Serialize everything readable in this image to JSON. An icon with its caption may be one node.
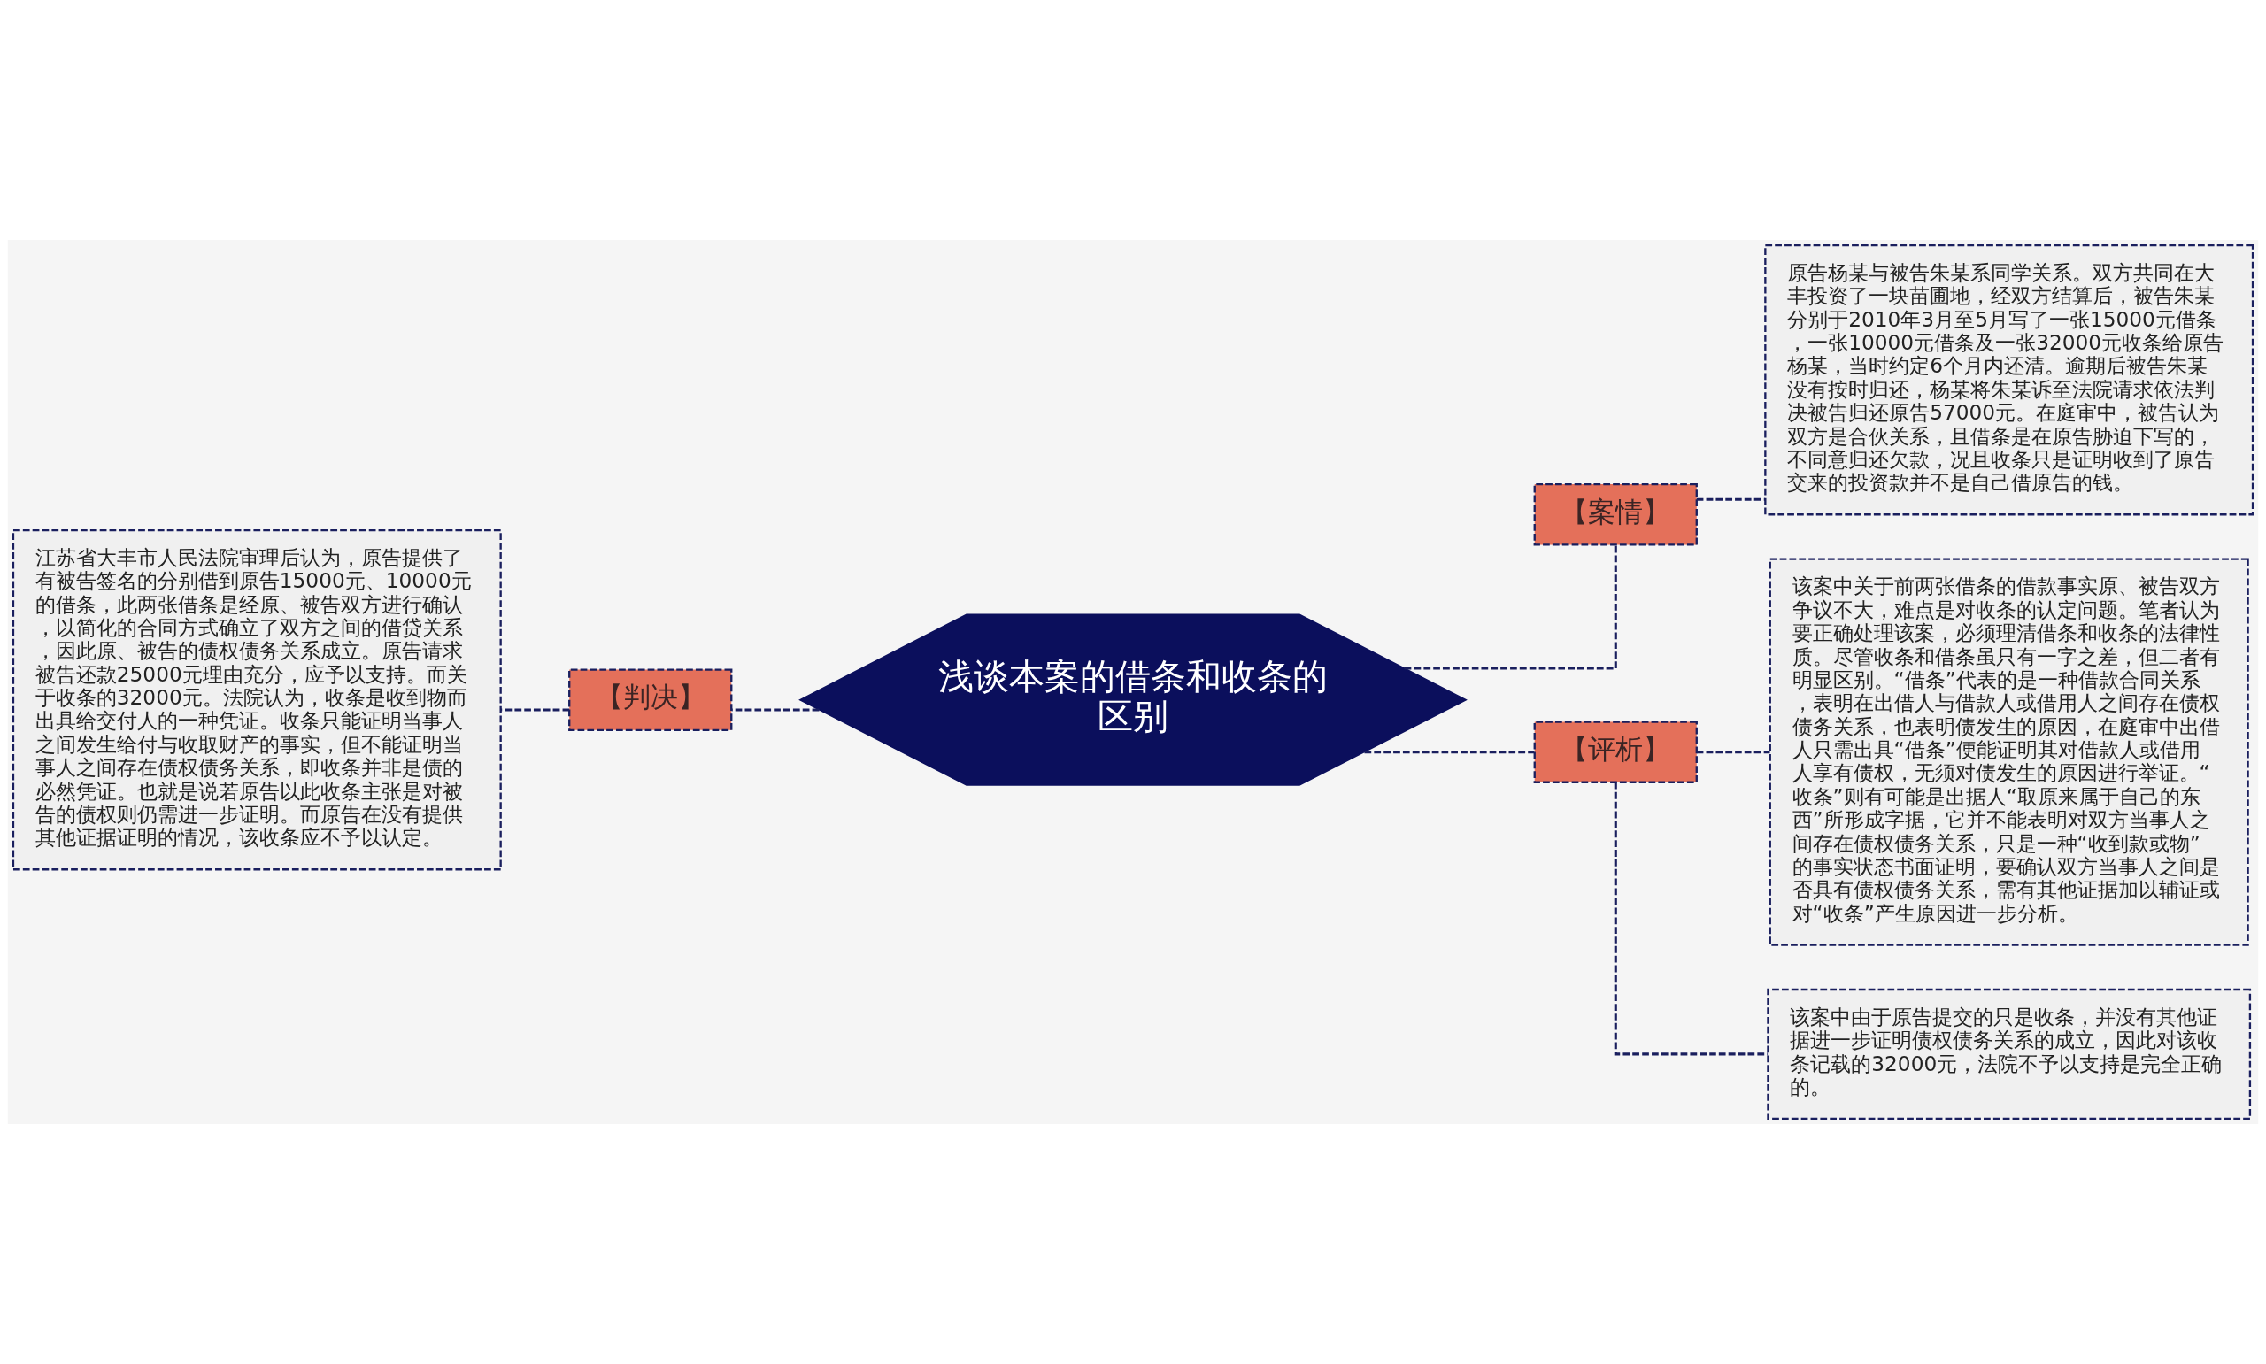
{
  "diagram": {
    "nodes": [
      {
        "text": [
          "浅谈本案的借条和收条的区别"
        ]
      },
      {
        "text": [
          "【判决】"
        ]
      },
      {
        "text": [
          "江苏省大丰市人民法院审理后认为，原告提供了有被告签名的分别借到原告15000元、10000元的借条，此两张借条是经原、被告双方进行确认，以简化的合同方式确立了双方之间的借贷关系，因此原、被告的债权债务关系成立。原告请求被告还款25000元理由充分，应予以支持。而关于收条的32000元。法院认为，收条是收到物而出具给交付人的一种凭证。收条只能证明当事人之间发生给付与收取财产的事实，但不能证明当事人之间存在债权债务关系，即收条并非是债的必然凭证。也就是说若原告以此收条主张是对被告的债权则仍需进一步证明。而原告在没有提供其他证据证明的情况，该收条应不予以认定。"
        ]
      },
      {
        "text": [
          "【案情】"
        ]
      },
      {
        "text": [
          "原告杨某与被告朱某系同学关系。双方共同在大丰投资了一块苗圃地，经双方结算后，被告朱某分别于2010年3月至5月写了一张15000元借条，一张10000元借条及一张32000元收条给原告杨某，当时约定6个月内还清。逾期后被告朱某没有按时归还，杨某将朱某诉至法院请求依法判决被告归还原告57000元。在庭审中，被告认为双方是合伙关系，且借条是在原告胁迫下写的，不同意归还欠款，况且收条只是证明收到了原告交来的投资款并不是自己借原告的钱。"
        ]
      },
      {
        "text": [
          "【评析】"
        ]
      },
      {
        "text": [
          "该案中关于前两张借条的借款事实原、被告双方争议不大，难点是对收条的认定问题。笔者认为要正确处理该案，必须理清借条和收条的法律性质。尽管收条和借条虽只有一字之差，但二者有明显区别。“借条”代表的是一种借款合同关系，表明在出借人与借款人或借用人之间存在债权债务关系，也表明债发生的原因，在庭审中出借人只需出具“借条”便能证明其对借款人或借用人享有债权，无须对债发生的原因进行举证。“收条”则有可能是出据人“取原来属于自己的东西”所形成字据，它并不能表明对双方当事人之间存在债权债务关系，只是一种“收到款或物”的事实状态书面证明，要确认双方当事人之间是否具有债权债务关系，需有其他证据加以辅证或对“收条”产生原因进一步分析。"
        ]
      },
      {
        "text": [
          "该案中由于原告提交的只是收条，并没有其他证据进一步证明债权债务关系的成立，因此对该收条记载的32000元，法院不予以支持是完全正确的。"
        ]
      }
    ],
    "edges": [
      {
        "from": 0,
        "to": 1,
        "arrow": "none",
        "style": "dashed"
      },
      {
        "from": 1,
        "to": 2,
        "arrow": "none",
        "style": "dashed"
      },
      {
        "from": 0,
        "to": 3,
        "arrow": "none",
        "style": "dashed"
      },
      {
        "from": 3,
        "to": 4,
        "arrow": "none",
        "style": "dashed"
      },
      {
        "from": 0,
        "to": 5,
        "arrow": "none",
        "style": "dashed"
      },
      {
        "from": 5,
        "to": 6,
        "arrow": "none",
        "style": "dashed"
      },
      {
        "from": 5,
        "to": 7,
        "arrow": "none",
        "style": "dashed"
      }
    ]
  }
}
